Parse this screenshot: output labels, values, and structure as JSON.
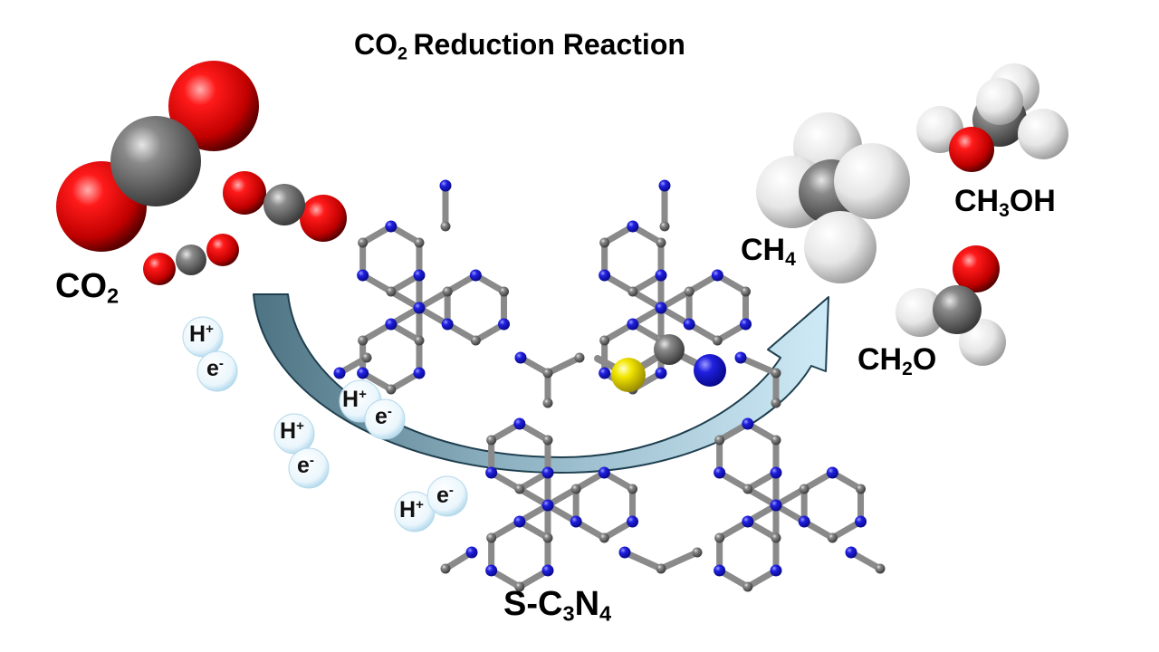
{
  "title": {
    "main": "CO",
    "sub": "2",
    "rest": "Reduction Reaction"
  },
  "reactant": {
    "main": "CO",
    "sub": "2"
  },
  "catalyst": {
    "a": "S-C",
    "sub1": "3",
    "b": "N",
    "sub2": "4"
  },
  "products": [
    {
      "id": "ch4",
      "a": "CH",
      "sub": "4",
      "b": ""
    },
    {
      "id": "ch3oh",
      "a": "CH",
      "sub": "3",
      "b": "OH"
    },
    {
      "id": "ch2o",
      "a": "CH",
      "sub": "2",
      "b": "O"
    }
  ],
  "pair": {
    "h": "H",
    "plus": "+",
    "e": "e",
    "minus": "-"
  },
  "colors": {
    "oxygen": "#e00000",
    "carbon": "#7a7a7a",
    "nitrogen": "#1a1ad8",
    "sulfur": "#f0e000",
    "hydrogen": "#e8e8e8",
    "arrow_start": "#4e7484",
    "arrow_end": "#cfeaf7"
  }
}
